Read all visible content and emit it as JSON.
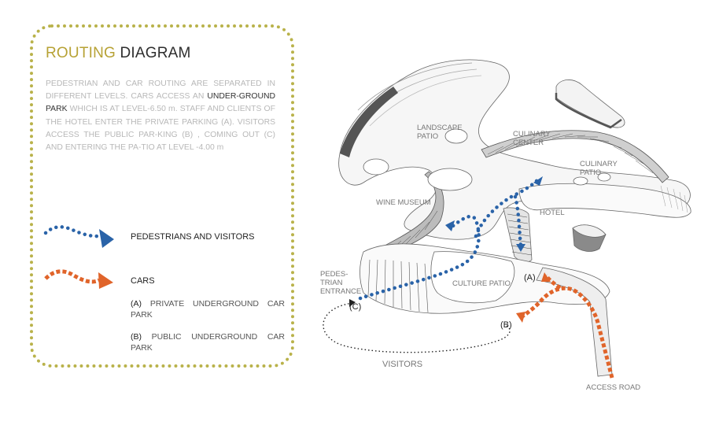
{
  "title": {
    "part1": "ROUTING",
    "part2": "DIAGRAM"
  },
  "description": {
    "before": "PEDESTRIAN AND CAR ROUTING ARE SEPARATED IN DIFFERENT LEVELS. CARS ACCESS AN ",
    "highlight": "UNDER-GROUND PARK",
    "after": " WHICH IS AT LEVEL-6.50 m. STAFF AND CLIENTS OF THE HOTEL ENTER THE PRIVATE PARKING (A). VISITORS ACCESS THE PUBLIC PAR-KING (B) , COMING OUT (C) AND ENTERING THE PA-TIO AT LEVEL -4.00 m"
  },
  "legend": {
    "pedestrians": "PEDESTRIANS AND VISITORS",
    "cars": "CARS",
    "a_key": "(A)",
    "a_text": "PRIVATE UNDERGROUND CAR PARK",
    "b_key": "(B)",
    "b_text": "PUBLIC UNDERGROUND CAR PARK"
  },
  "labels": {
    "landscape_patio": "LANDSCAPE PATIO",
    "culinary_center": "CULINARY CENTER",
    "culinary_patio": "CULINARY PATIO",
    "wine_museum": "WINE MUSEUM",
    "hotel": "HOTEL",
    "culture_patio": "CULTURE PATIO",
    "pedestrian_entrance": "PEDES-TRIAN ENTRANCE",
    "point_a": "(A)",
    "point_b": "(B)",
    "point_c": "(C)",
    "visitors": "VISITORS",
    "access_road": "ACCESS ROAD"
  },
  "colors": {
    "frame": "#b9b24a",
    "title_accent": "#b7a235",
    "pedestrian": "#2a63a8",
    "car": "#e0642a"
  }
}
